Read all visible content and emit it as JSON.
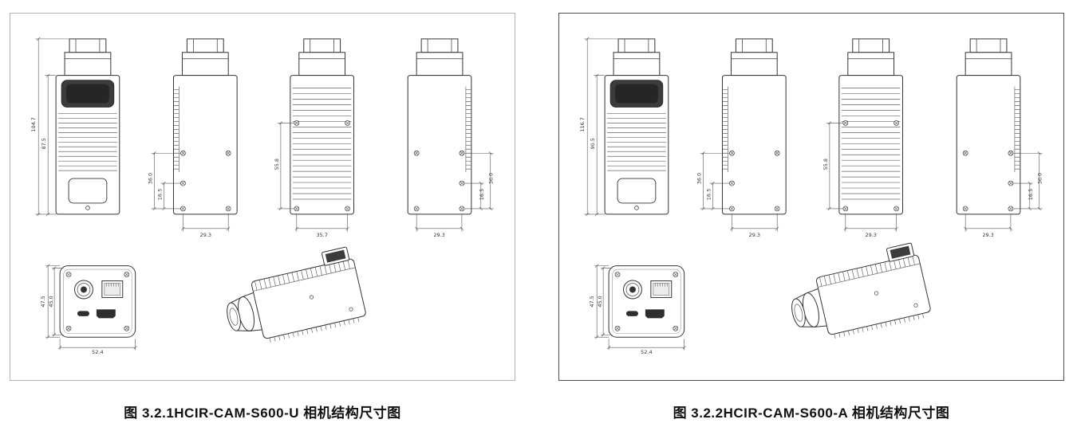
{
  "colors": {
    "line": "#333333",
    "dark_fill": "#3c3c3c",
    "background": "#ffffff"
  },
  "figures": [
    {
      "caption": "图 3.2.1HCIR-CAM-S600-U 相机结构尺寸图",
      "model": "HCIR-CAM-S600-U",
      "dims": {
        "front_outer": "104.7",
        "front_body": "87.5",
        "side_l_a": "36.0",
        "side_l_b": "16.5",
        "side_l_w": "29.3",
        "back_h": "55.8",
        "back_w": "35.7",
        "side_r_a": "36.0",
        "side_r_b": "16.5",
        "side_r_w": "29.3",
        "rear_h_outer": "47.5",
        "rear_h_inner": "45.0",
        "rear_w": "52.4"
      }
    },
    {
      "caption": "图 3.2.2HCIR-CAM-S600-A 相机结构尺寸图",
      "model": "HCIR-CAM-S600-A",
      "dims": {
        "front_outer": "116.7",
        "front_body": "90.5",
        "side_l_a": "36.0",
        "side_l_b": "16.5",
        "side_l_w": "29.3",
        "back_h": "55.8",
        "back_w": "29.3",
        "side_r_a": "36.0",
        "side_r_b": "16.5",
        "side_r_w": "29.3",
        "rear_h_outer": "47.5",
        "rear_h_inner": "45.0",
        "rear_w": "52.4"
      }
    }
  ]
}
